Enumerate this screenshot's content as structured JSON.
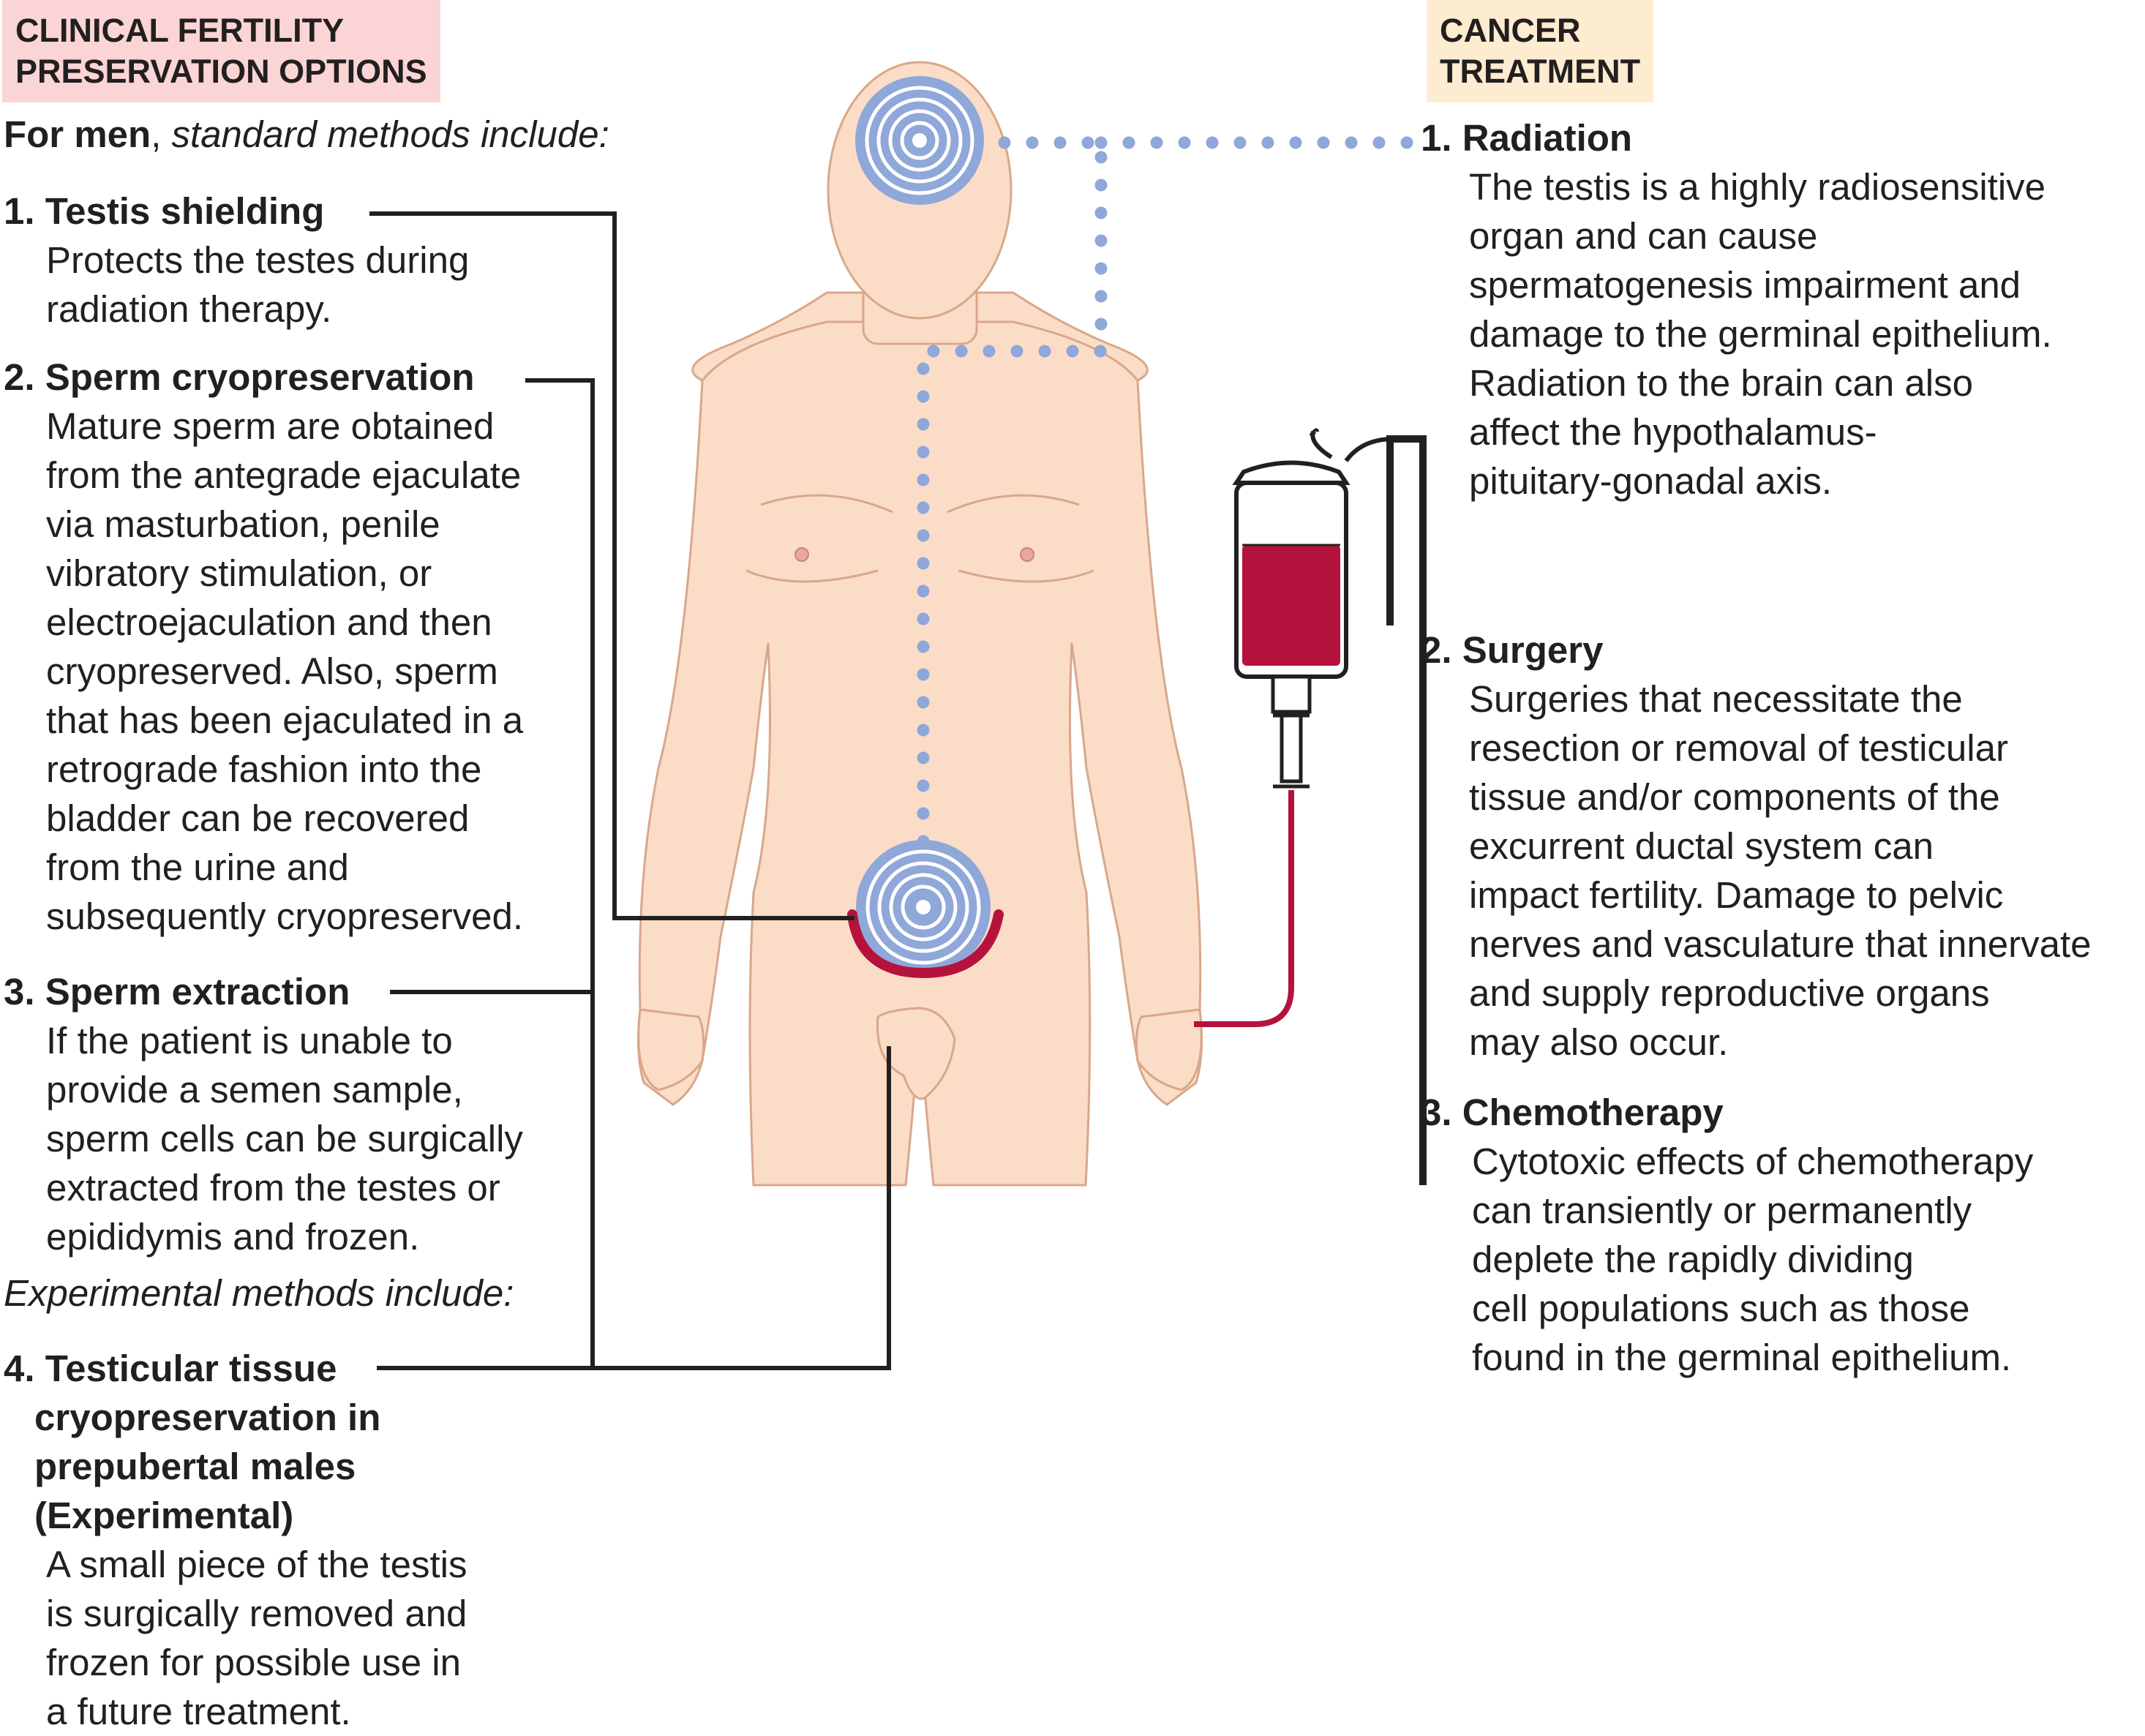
{
  "left_header": {
    "lines": [
      "CLINICAL FERTILITY",
      "PRESERVATION OPTIONS"
    ],
    "bg": "#fbd5d5"
  },
  "right_header": {
    "lines": [
      "CANCER",
      "TREATMENT"
    ],
    "bg": "#fdeccf"
  },
  "intro": {
    "bold": "For men",
    "comma": ",",
    "italic": " standard methods include:"
  },
  "experimental_intro": "Experimental methods include:",
  "options": [
    {
      "number": "1.",
      "title": "Testis shielding",
      "body": [
        "Protects the testes during",
        "radiation therapy."
      ]
    },
    {
      "number": "2.",
      "title": "Sperm cryopreservation",
      "body": [
        "Mature sperm are obtained",
        "from the antegrade ejaculate",
        "via masturbation, penile",
        "vibratory stimulation, or",
        "electroejaculation and then",
        "cryopreserved. Also, sperm",
        "that has been ejaculated in a",
        "retrograde fashion into the",
        "bladder can be recovered",
        "from the urine and",
        "subsequently cryopreserved."
      ]
    },
    {
      "number": "3.",
      "title": "Sperm extraction",
      "body": [
        "If the patient is unable to",
        "provide a semen sample,",
        "sperm cells can be surgically",
        "extracted from the testes or",
        "epididymis and frozen."
      ]
    },
    {
      "number": "4.",
      "title_lines": [
        "Testicular tissue",
        "cryopreservation in",
        "prepubertal males",
        "(Experimental)"
      ],
      "body": [
        "A small piece of the testis",
        "is surgically removed and",
        "frozen for possible use in",
        "a future treatment."
      ]
    }
  ],
  "treatments": [
    {
      "number": "1.",
      "title": "Radiation",
      "body": [
        "The testis is a highly radiosensitive",
        "organ and can cause",
        "spermatogenesis impairment and",
        "damage to the germinal epithelium.",
        "Radiation to the brain can also",
        "affect the hypothalamus-",
        "pituitary-gonadal axis."
      ]
    },
    {
      "number": "2.",
      "title": "Surgery",
      "body": [
        "Surgeries that necessitate the",
        "resection or removal of testicular",
        "tissue and/or components of the",
        "excurrent ductal system can",
        "impact fertility. Damage to pelvic",
        "nerves and vasculature that innervate",
        "and supply reproductive organs",
        "may also occur."
      ]
    },
    {
      "number": "3.",
      "title": "Chemotherapy",
      "body": [
        "Cytotoxic effects of chemotherapy",
        "can transiently or permanently",
        "deplete the rapidly dividing",
        "cell populations such as those",
        "found in the germinal epithelium."
      ]
    }
  ],
  "colors": {
    "skin": "#fbdcc7",
    "skin_outline": "#d9a78a",
    "radiation": "#8fa7d9",
    "blood": "#b5123d",
    "line": "#231f20"
  }
}
